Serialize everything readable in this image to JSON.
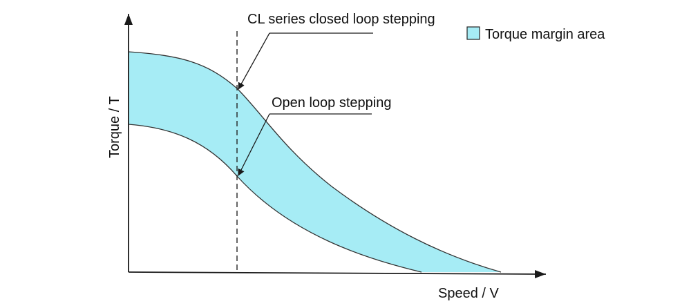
{
  "diagram": {
    "annotations": {
      "closed_loop": "CL series closed loop stepping",
      "open_loop": "Open loop stepping"
    },
    "legend": {
      "label": "Torque margin area",
      "swatch_color": "#a6ecf5"
    },
    "axes": {
      "y_label": "Torque / T",
      "x_label": "Speed / V"
    },
    "colors": {
      "area_fill": "#a6ecf5",
      "curve_stroke": "#333333",
      "axis_stroke": "#1a1a1a"
    }
  }
}
